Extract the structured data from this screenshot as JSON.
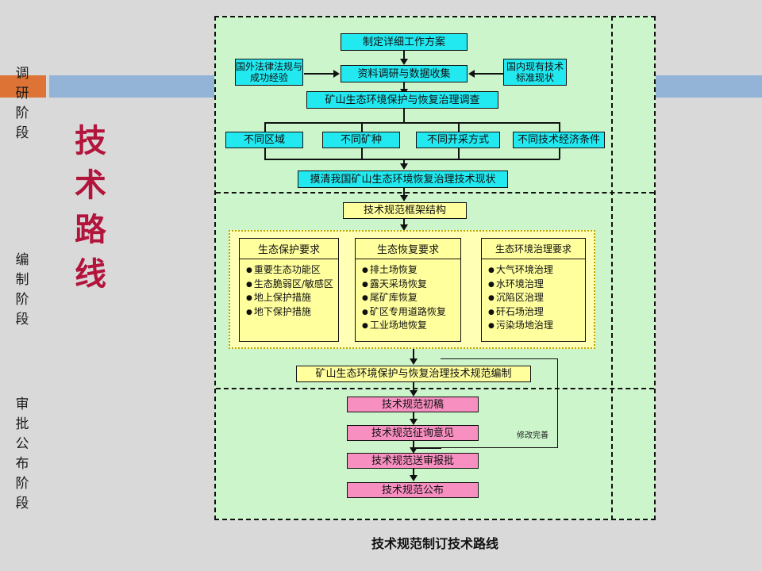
{
  "side_title": {
    "chars": [
      "技",
      "术",
      "路",
      "线"
    ],
    "color": "#b2143c"
  },
  "banner": {
    "accent_color": "#dd7335",
    "bar_color": "#93b3d7"
  },
  "caption": "技术规范制订技术路线",
  "stages": [
    {
      "name": "调研阶段",
      "chars": [
        "调",
        "研",
        "阶",
        "段"
      ]
    },
    {
      "name": "编制阶段",
      "chars": [
        "编",
        "制",
        "阶",
        "段"
      ]
    },
    {
      "name": "审批公布阶段",
      "chars": [
        "审",
        "批",
        "公",
        "布",
        "阶",
        "段"
      ]
    }
  ],
  "colors": {
    "panel_bg": "#ccf5cc",
    "cyan_node": "#22e8f0",
    "yellow_node": "#ffff9e",
    "pink_node": "#f78fc0",
    "group_bg": "#ffffb5"
  },
  "stage1": {
    "plan": "制定详细工作方案",
    "collect": "资料调研与数据收集",
    "foreign": "国外法律法规与成功经验",
    "domestic": "国内现有技术标准现状",
    "survey": "矿山生态环境保护与恢复治理调查",
    "branches": [
      "不同区域",
      "不同矿种",
      "不同开采方式",
      "不同技术经济条件"
    ],
    "summary": "摸清我国矿山生态环境恢复治理技术现状"
  },
  "stage2": {
    "framework": "技术规范框架结构",
    "cards": [
      {
        "title": "生态保护要求",
        "items": [
          "重要生态功能区",
          "生态脆弱区/敏感区",
          "地上保护措施",
          "地下保护措施"
        ]
      },
      {
        "title": "生态恢复要求",
        "items": [
          "排土场恢复",
          "露天采场恢复",
          "尾矿库恢复",
          "矿区专用道路恢复",
          "工业场地恢复"
        ]
      },
      {
        "title": "生态环境治理要求",
        "items": [
          "大气环境治理",
          "水环境治理",
          "沉陷区治理",
          "矸石场治理",
          "污染场地治理"
        ]
      }
    ],
    "compile": "矿山生态环境保护与恢复治理技术规范编制"
  },
  "stage3": {
    "steps": [
      "技术规范初稿",
      "技术规范征询意见",
      "技术规范送审报批",
      "技术规范公布"
    ],
    "feedback_label": "修改完善"
  }
}
